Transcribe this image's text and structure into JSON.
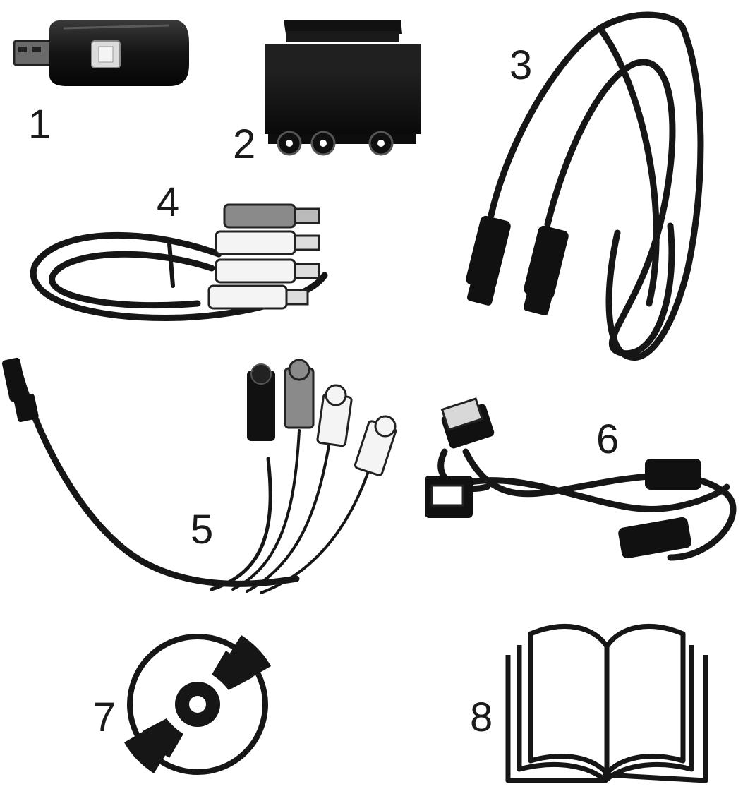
{
  "items": [
    {
      "number": "1",
      "icon": "usb-capture-stick-icon"
    },
    {
      "number": "2",
      "icon": "scart-adapter-icon"
    },
    {
      "number": "3",
      "icon": "s-video-cable-icon"
    },
    {
      "number": "4",
      "icon": "rca-av-cable-icon"
    },
    {
      "number": "5",
      "icon": "breakout-av-cable-icon"
    },
    {
      "number": "6",
      "icon": "usb-extension-cable-icon"
    },
    {
      "number": "7",
      "icon": "software-cd-icon"
    },
    {
      "number": "8",
      "icon": "user-manual-book-icon"
    }
  ],
  "colors": {
    "ink": "#161616",
    "white_plug": "#f4f4f4",
    "grey_plug": "#8a8a8a",
    "background": "#ffffff"
  }
}
